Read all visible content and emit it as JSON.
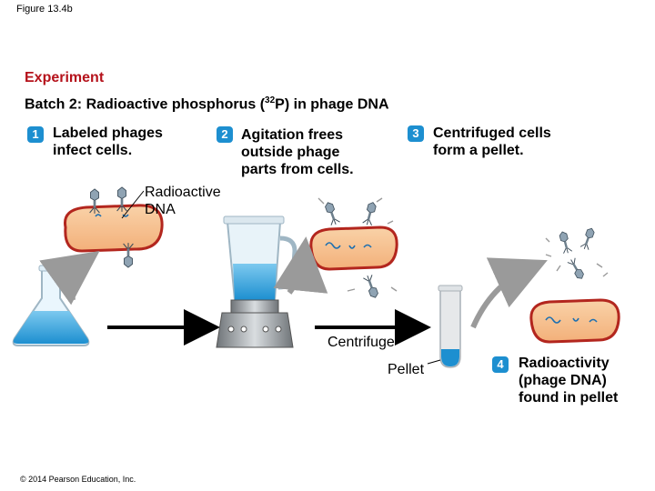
{
  "figure_label": "Figure 13.4b",
  "heading": "Experiment",
  "subheading": {
    "prefix": "Batch 2: Radioactive phosphorus (",
    "superscript": "32",
    "suffix": "P) in phage DNA"
  },
  "steps": [
    {
      "number": "1",
      "text": "Labeled phages\ninfect cells."
    },
    {
      "number": "2",
      "text": "Agitation frees\noutside phage\nparts from cells."
    },
    {
      "number": "3",
      "text": "Centrifuged cells\nform a pellet."
    },
    {
      "number": "4",
      "text": "Radioactivity\n(phage DNA)\nfound in pellet"
    }
  ],
  "labels": {
    "radioactive_dna": "Radioactive\nDNA",
    "centrifuge": "Centrifuge",
    "pellet": "Pellet"
  },
  "copyright": "© 2014 Pearson Education, Inc.",
  "colors": {
    "heading": "#b5121b",
    "step_badge": "#1d8fd0",
    "cell_fill": "#f6c08f",
    "cell_stroke": "#b3261e",
    "liquid": "#3aa7df",
    "arrow": "#9a9a9a"
  }
}
